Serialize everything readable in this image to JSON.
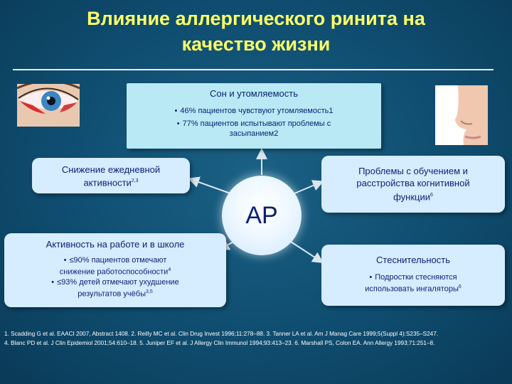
{
  "title_line1": "Влияние аллергического ринита на",
  "title_line2": "качество жизни",
  "center_label": "АР",
  "sleep": {
    "heading": "Сон и утомляемость",
    "item1": "46% пациентов чувствуют утомляемость1",
    "item2_l1": "77% пациентов испытывают проблемы с",
    "item2_l2": "засыпанием2"
  },
  "daily": {
    "line1": "Снижение ежедневной",
    "line2": "активности",
    "sup": "2,3"
  },
  "learning": {
    "line1": "Проблемы с обучением и",
    "line2": "расстройства когнитивной",
    "line3": "функции",
    "sup": "6"
  },
  "work": {
    "heading": "Активность на работе и в школе",
    "item1_l1": "≤90% пациентов отмечают",
    "item1_l2": "снижение работоспособности",
    "item1_sup": "4",
    "item2_l1": "≤93% детей отмечают ухудшение",
    "item2_l2": "результатов учёбы",
    "item2_sup": "3,5"
  },
  "shy": {
    "heading": "Стеснительность",
    "item1_l1": "Подростки стесняются",
    "item1_l2": "использовать ингаляторы",
    "item1_sup": "6"
  },
  "references": {
    "line1": "1. Scadding G et al. EAACI 2007, Abstract 1408. 2. Reilly MC et al. Clin Drug Invest 1996;11:278–88. 3. Tanner LA et al. Am J Manag Care 1999;5(Suppl 4):S235–S247.",
    "line2": "4. Blanc PD et al. J Clin Epidemiol 2001;54:610–18. 5. Juniper EF et al. J Allergy Clin Immunol 1994;93:413–23. 6. Marshall PS, Colon EA. Ann Allergy 1993;71:251–8."
  },
  "colors": {
    "background": "#0f4d70",
    "title": "#ffff66",
    "box": "#d6ecff",
    "sleep_box": "#b8e9f4",
    "text": "#0a1f73",
    "arrow": "#d9e6f0"
  },
  "icons": [
    "eye-photo",
    "nose-photo"
  ]
}
